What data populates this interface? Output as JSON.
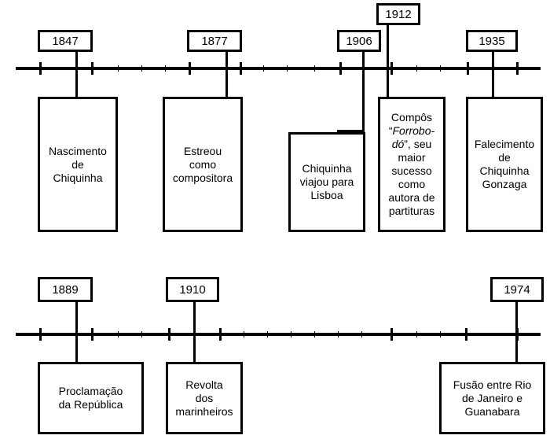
{
  "timeline_top": {
    "events": [
      {
        "year": "1847",
        "text": "Nascimento\nde\nChiquinha"
      },
      {
        "year": "1877",
        "text": "Estreou\ncomo\ncompositora"
      },
      {
        "year": "1906",
        "text": "Chiquinha\nviajou para\nLisboa"
      },
      {
        "year": "1912",
        "text_pre": "Compôs\n“",
        "text_italic": "Forrobo-\ndó",
        "text_post": "”, seu\nmaior\nsucesso\ncomo\nautora de\npartituras"
      },
      {
        "year": "1935",
        "text": "Falecimento\nde\nChiquinha\nGonzaga"
      }
    ]
  },
  "timeline_bottom": {
    "events": [
      {
        "year": "1889",
        "text": "Proclamação\nda República"
      },
      {
        "year": "1910",
        "text": "Revolta\ndos\nmarinheiros"
      },
      {
        "year": "1974",
        "text": "Fusão entre Rio\nde Janeiro e\nGuanabara"
      }
    ]
  }
}
